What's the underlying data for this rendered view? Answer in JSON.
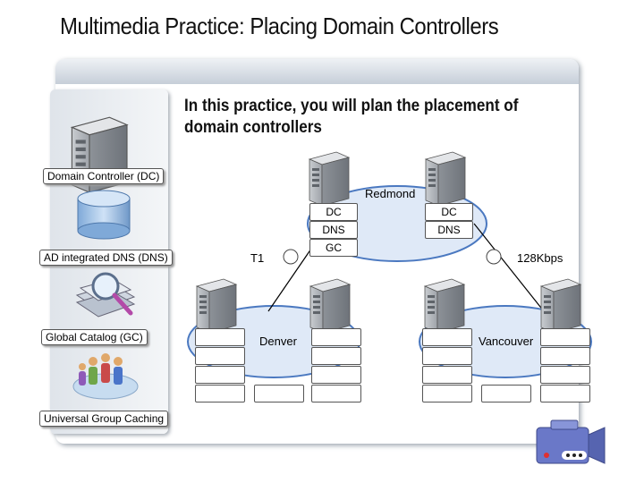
{
  "title": "Multimedia Practice: Placing Domain Controllers",
  "intro": "In this practice, you will plan the placement of domain controllers",
  "legend": {
    "dc": "Domain Controller (DC)",
    "dns": "AD integrated DNS (DNS)",
    "gc": "Global Catalog (GC)",
    "ugc": "Universal Group Caching"
  },
  "sites": {
    "redmond": "Redmond",
    "denver": "Denver",
    "vancouver": "Vancouver"
  },
  "links": {
    "t1": "T1",
    "kbps": "128Kbps"
  },
  "redmond_server1_roles": [
    "DC",
    "DNS",
    "GC"
  ],
  "redmond_server2_roles": [
    "DC",
    "DNS"
  ],
  "icons": {
    "server": "server-icon",
    "dns": "database-icon",
    "gc": "magnifier-icon",
    "ugc": "users-icon",
    "camera": "video-camera-icon"
  },
  "colors": {
    "site_fill": "#dfe9f7",
    "site_border": "#4a78c0"
  }
}
